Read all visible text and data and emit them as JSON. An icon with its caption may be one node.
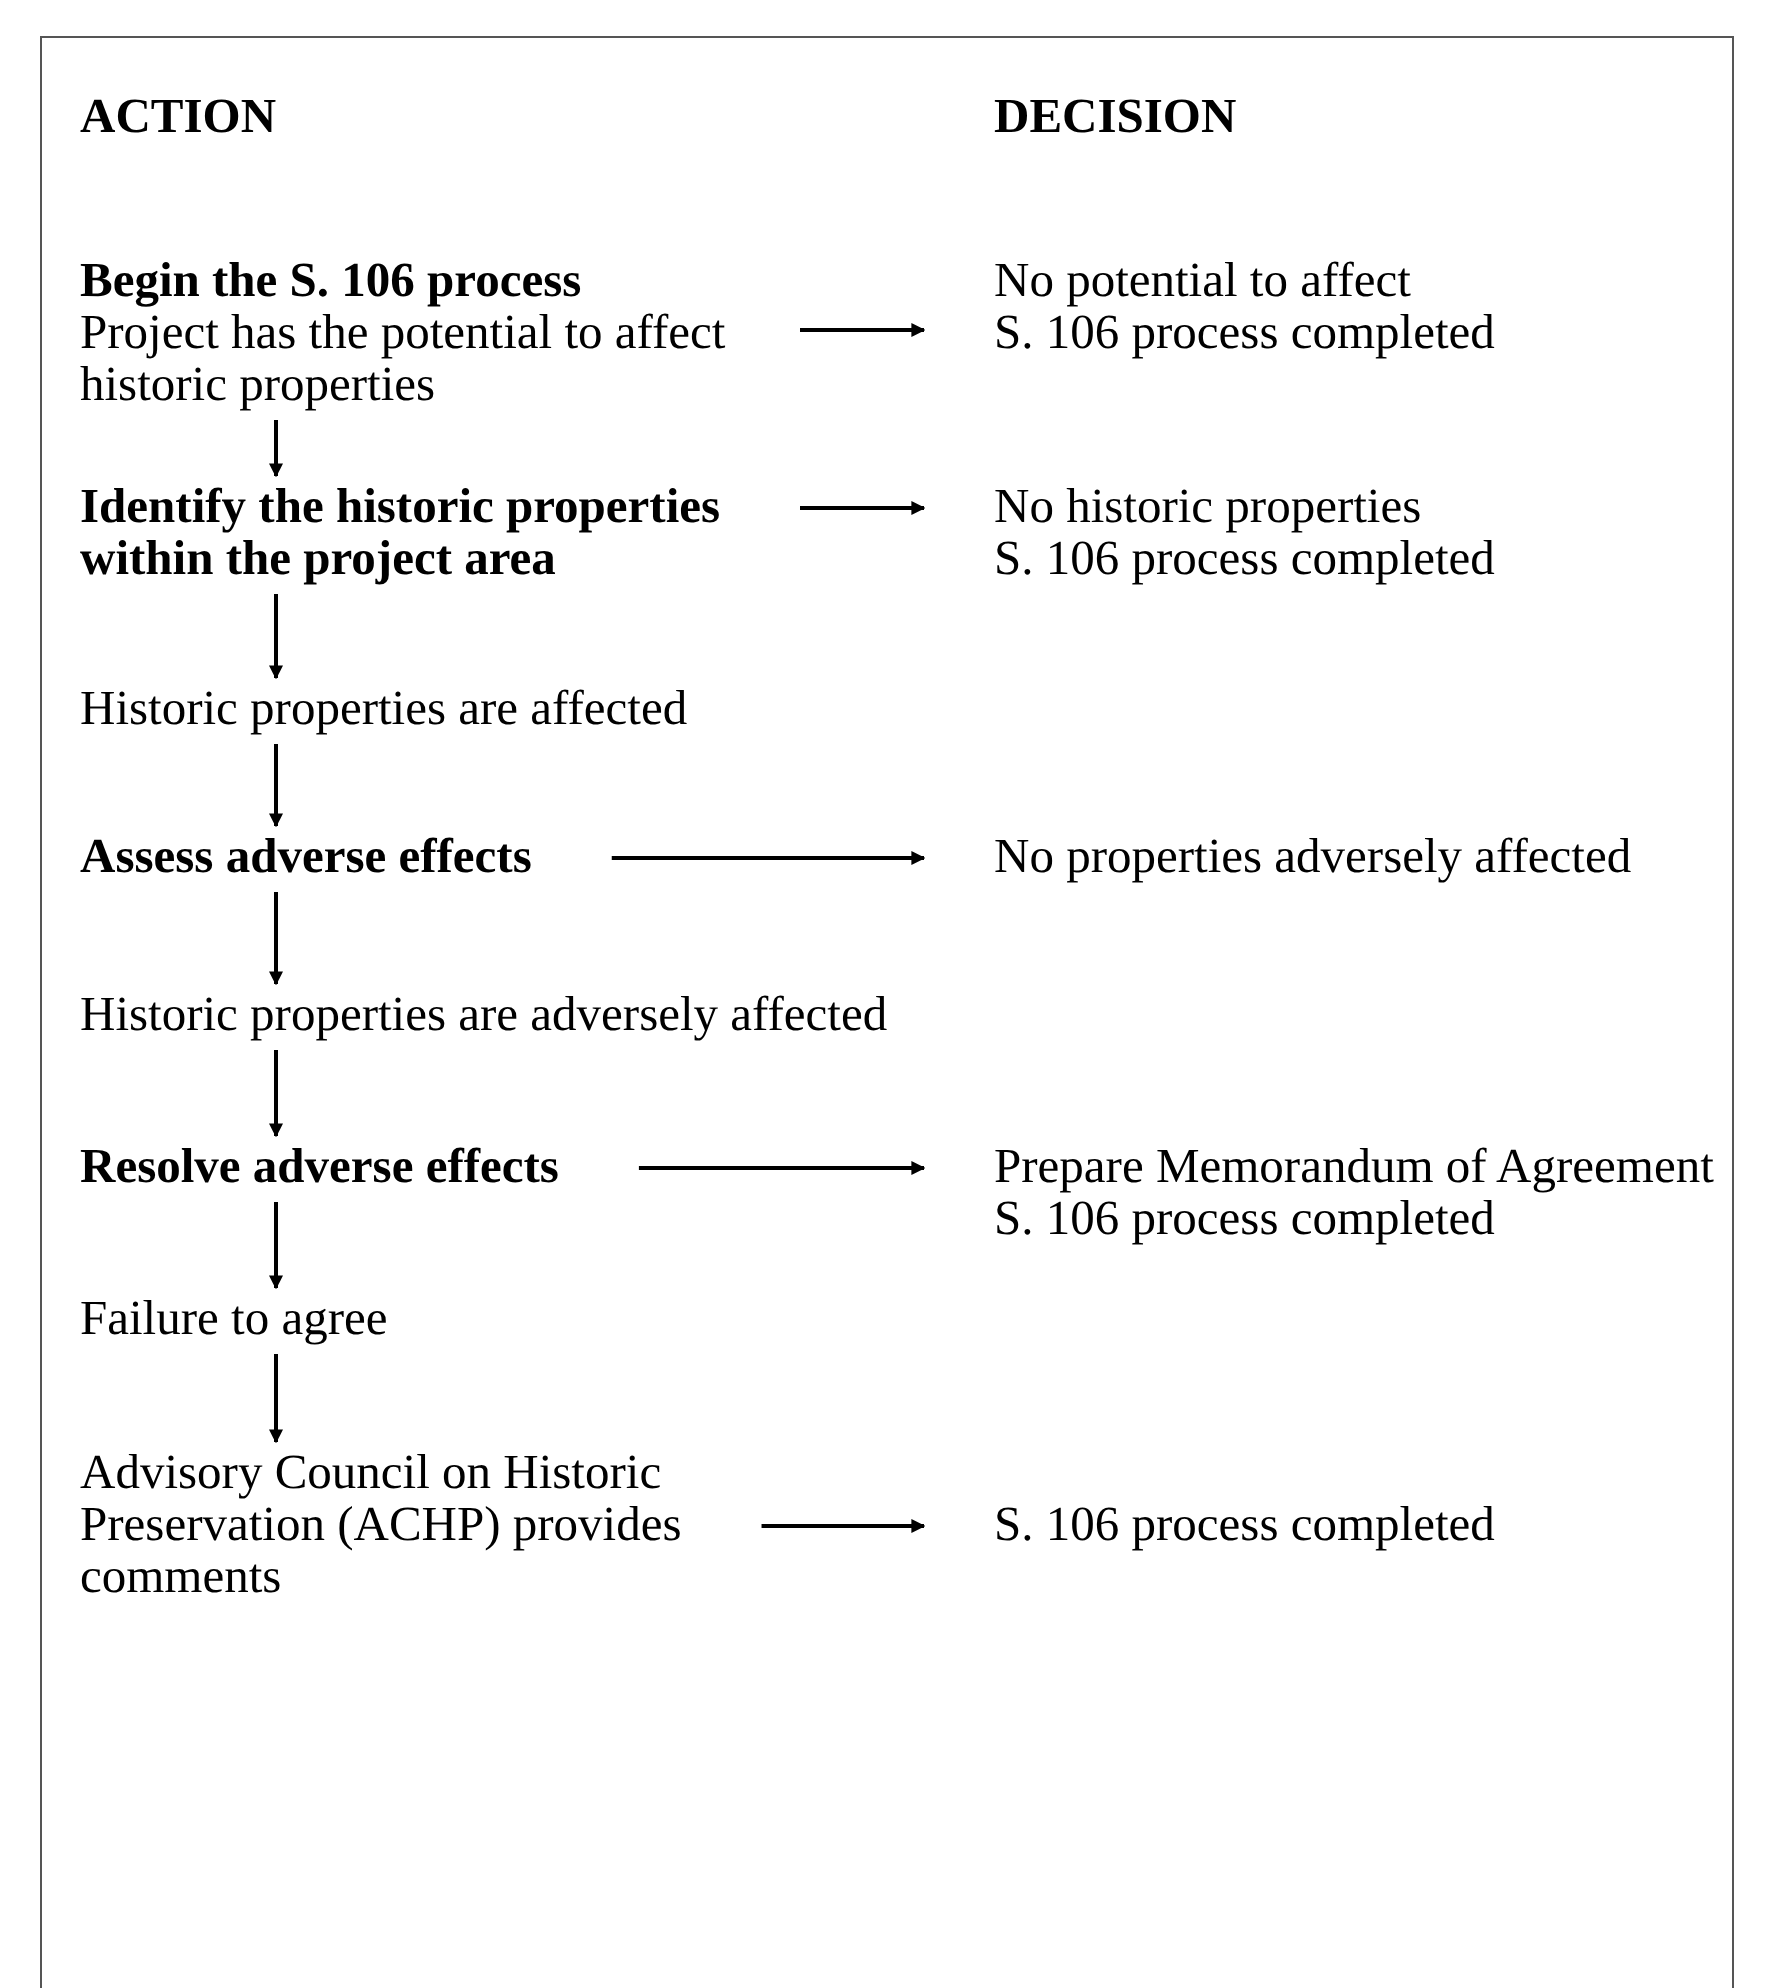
{
  "diagram": {
    "nodes": [
      {
        "text": [
          "Begin the S. 106 process",
          "Project has the potential to affect historic properties"
        ]
      },
      {
        "text": [
          "No potential to affect",
          "S. 106 process completed"
        ]
      },
      {
        "text": [
          "Identify the historic properties within the project area"
        ]
      },
      {
        "text": [
          "No historic properties",
          "S. 106 process completed"
        ]
      },
      {
        "text": [
          "Historic properties are affected"
        ]
      },
      {
        "text": [
          "Assess adverse effects"
        ]
      },
      {
        "text": [
          "No properties adversely affected"
        ]
      },
      {
        "text": [
          "Historic properties are adversely affected"
        ]
      },
      {
        "text": [
          "Resolve adverse effects"
        ]
      },
      {
        "text": [
          "Prepare Memorandum of Agreement",
          "S. 106 process completed"
        ]
      },
      {
        "text": [
          "Failure to agree"
        ]
      },
      {
        "text": [
          "Advisory Council on Historic Preservation (ACHP) provides comments"
        ]
      },
      {
        "text": [
          "S. 106 process completed"
        ]
      }
    ],
    "edges": [
      {
        "from": 0,
        "to": 1,
        "arrow": "to"
      },
      {
        "from": 0,
        "to": 2,
        "arrow": "to"
      },
      {
        "from": 2,
        "to": 3,
        "arrow": "to"
      },
      {
        "from": 2,
        "to": 4,
        "arrow": "to"
      },
      {
        "from": 4,
        "to": 5,
        "arrow": "to"
      },
      {
        "from": 5,
        "to": 6,
        "arrow": "to"
      },
      {
        "from": 5,
        "to": 7,
        "arrow": "to"
      },
      {
        "from": 7,
        "to": 8,
        "arrow": "to"
      },
      {
        "from": 8,
        "to": 9,
        "arrow": "to"
      },
      {
        "from": 8,
        "to": 10,
        "arrow": "to"
      },
      {
        "from": 10,
        "to": 11,
        "arrow": "to"
      },
      {
        "from": 11,
        "to": 12,
        "arrow": "to"
      }
    ],
    "labels": [
      "ACTION",
      "DECISION"
    ]
  }
}
